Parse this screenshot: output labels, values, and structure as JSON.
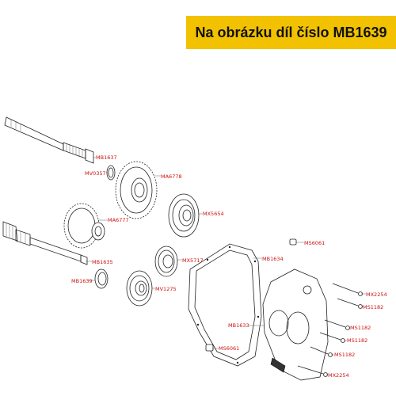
{
  "banner": {
    "text": "Na obrázku díl číslo MB1639"
  },
  "labels": {
    "mb1637": "MB1637",
    "mv0357": "MV0357",
    "ma6778": "MA6778",
    "ma6777": "MA6777",
    "mx5654": "MX5654",
    "ms6061_top": "MS6061",
    "mb1634": "MB1634",
    "mx5717": "MX5717",
    "mb1635": "MB1635",
    "mb1639": "MB1639",
    "mv1275": "MV1275",
    "mx2254_top": "MX2254",
    "ms1182_a": "MS1182",
    "mb1633": "MB1633",
    "ms1182_b": "MS1182",
    "ms1182_c": "MS1182",
    "ms6061_bottom": "MS6061",
    "ms1182_d": "MS1182",
    "mx2254_bottom": "MX2254"
  },
  "colors": {
    "banner": "#f2c200",
    "label": "#cc1111"
  }
}
